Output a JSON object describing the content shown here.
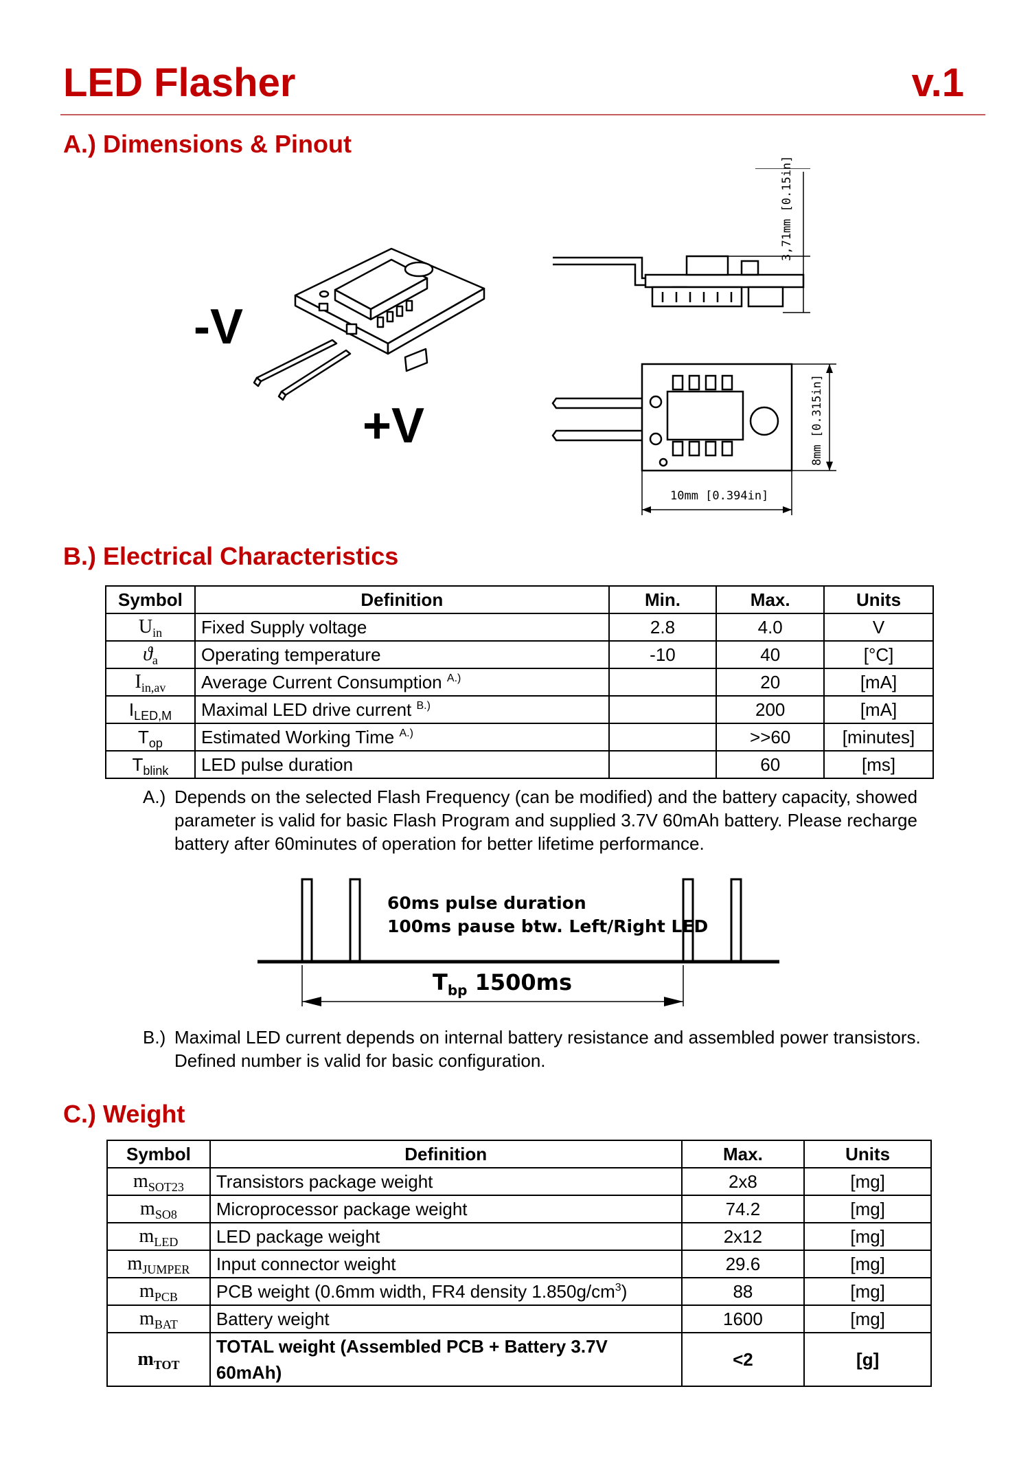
{
  "header": {
    "title": "LED Flasher",
    "version": "v.1"
  },
  "sections": {
    "a": "A.) Dimensions & Pinout",
    "b": "B.) Electrical Characteristics",
    "c": "C.) Weight"
  },
  "pinout": {
    "minus_label": "-V",
    "plus_label": "+V",
    "dim_height": "3,71mm [0.15in]",
    "dim_width": "8mm [0.315in]",
    "dim_length": "10mm [0.394in]"
  },
  "electrical": {
    "headers": [
      "Symbol",
      "Definition",
      "Min.",
      "Max.",
      "Units"
    ],
    "rows": [
      {
        "sym": "U",
        "sub": "in",
        "def": "Fixed Supply voltage",
        "note": "",
        "min": "2.8",
        "max": "4.0",
        "unit": "V"
      },
      {
        "sym": "ϑ",
        "sub": "a",
        "def": "Operating temperature",
        "note": "",
        "min": "-10",
        "max": "40",
        "unit": "[°C]"
      },
      {
        "sym": "I",
        "sub": "in,av",
        "def": "Average Current Consumption",
        "note": "A.)",
        "min": "",
        "max": "20",
        "unit": "[mA]"
      },
      {
        "sym": "I",
        "sub": "LED,M",
        "def": "Maximal LED drive current",
        "note": "B.)",
        "min": "",
        "max": "200",
        "unit": "[mA]"
      },
      {
        "sym": "T",
        "sub": "op",
        "def": "Estimated Working Time",
        "note": "A.)",
        "min": "",
        "max": ">>60",
        "unit": "[minutes]"
      },
      {
        "sym": "T",
        "sub": "blink",
        "def": "LED pulse duration",
        "note": "",
        "min": "",
        "max": "60",
        "unit": "[ms]"
      }
    ]
  },
  "notes": {
    "a_tag": "A.)",
    "a_text": "Depends on the selected Flash Frequency (can be modified) and the battery capacity, showed parameter is valid for basic Flash Program and supplied 3.7V 60mAh battery. Please recharge battery after 60minutes of operation for better lifetime performance.",
    "b_tag": "B.)",
    "b_text": "Maximal LED current depends on internal battery resistance and assembled power transistors. Defined number is valid for basic configuration."
  },
  "pulse_diagram": {
    "line1": "60ms pulse duration",
    "line2": "100ms pause btw. Left/Right LED",
    "period_symbol": "T",
    "period_sub": "bp",
    "period_value": "1500ms"
  },
  "weight": {
    "headers": [
      "Symbol",
      "Definition",
      "Max.",
      "Units"
    ],
    "rows": [
      {
        "sym": "m",
        "sub": "SOT23",
        "def": "Transistors package weight",
        "max": "2x8",
        "unit": "[mg]"
      },
      {
        "sym": "m",
        "sub": "SO8",
        "def": "Microprocessor package weight",
        "max": "74.2",
        "unit": "[mg]"
      },
      {
        "sym": "m",
        "sub": "LED",
        "def": "LED package weight",
        "max": "2x12",
        "unit": "[mg]"
      },
      {
        "sym": "m",
        "sub": "JUMPER",
        "def": "Input connector weight",
        "max": "29.6",
        "unit": "[mg]"
      },
      {
        "sym": "m",
        "sub": "PCB",
        "def": "PCB weight (0.6mm width, FR4 density 1.850g/cm",
        "sup": "3",
        "def_end": ")",
        "max": "88",
        "unit": "[mg]"
      },
      {
        "sym": "m",
        "sub": "BAT",
        "def": "Battery weight",
        "max": "1600",
        "unit": "[mg]"
      },
      {
        "sym": "m",
        "sub": "TOT",
        "def": "TOTAL weight (Assembled PCB + Battery 3.7V 60mAh)",
        "max": "<2",
        "unit": "[g]"
      }
    ]
  }
}
